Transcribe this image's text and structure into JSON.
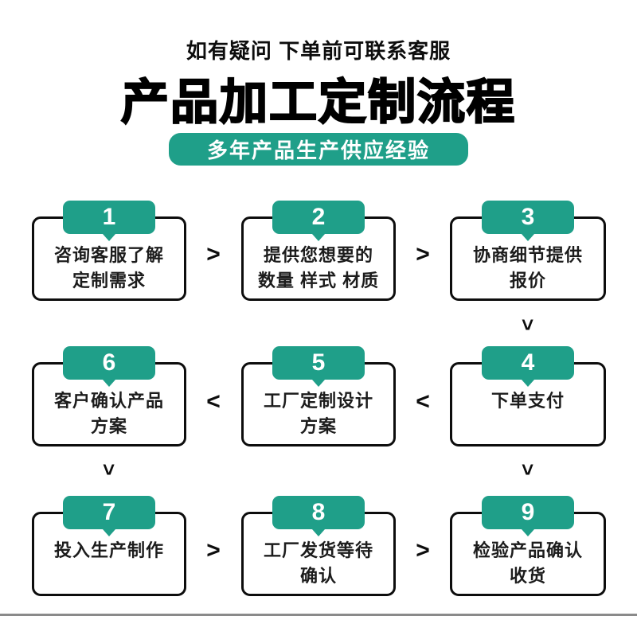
{
  "colors": {
    "accent": "#1f9f89",
    "divider": "#8a8a8a"
  },
  "header": {
    "notice": "如有疑问 下单前可联系客服",
    "title": "产品加工定制流程",
    "badge": "多年产品生产供应经验"
  },
  "steps": [
    {
      "num": "1",
      "line1": "咨询客服了解",
      "line2": "定制需求"
    },
    {
      "num": "2",
      "line1": "提供您想要的",
      "line2": "数量 样式 材质"
    },
    {
      "num": "3",
      "line1": "协商细节提供",
      "line2": "报价"
    },
    {
      "num": "4",
      "line1": "下单支付",
      "line2": ""
    },
    {
      "num": "5",
      "line1": "工厂定制设计",
      "line2": "方案"
    },
    {
      "num": "6",
      "line1": "客户确认产品",
      "line2": "方案"
    },
    {
      "num": "7",
      "line1": "投入生产制作",
      "line2": ""
    },
    {
      "num": "8",
      "line1": "工厂发货等待",
      "line2": "确认"
    },
    {
      "num": "9",
      "line1": "检验产品确认",
      "line2": "收货"
    }
  ],
  "arrows": {
    "right": ">",
    "left": "<",
    "down": ">"
  }
}
